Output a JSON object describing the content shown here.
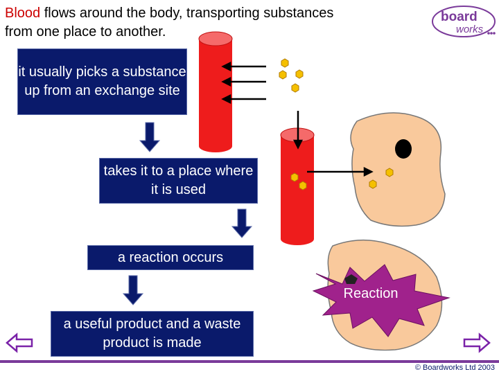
{
  "title": {
    "highlight": "Blood",
    "rest_line1": " flows around the body, transporting substances",
    "line2": "from one place to another."
  },
  "steps": [
    "it usually picks a substance up from an exchange site",
    "takes it to a place where it is used",
    "a reaction occurs",
    "a useful product and a waste product is made"
  ],
  "reaction_label": "Reaction",
  "logo": {
    "top": "board",
    "bottom": "works"
  },
  "copyright": "© Boardworks Ltd 2003",
  "colors": {
    "title_highlight": "#cc0000",
    "box_bg": "#0a1a6b",
    "vessel": "#ee1c1c",
    "cell": "#f9c99c",
    "molecule": "#f5c000",
    "burst": "#a0228c",
    "nav_arrow": "#7a22a8"
  },
  "icons": [
    "prev-arrow-icon",
    "next-arrow-icon",
    "molecule-icon",
    "blood-vessel-icon",
    "cell-icon"
  ]
}
